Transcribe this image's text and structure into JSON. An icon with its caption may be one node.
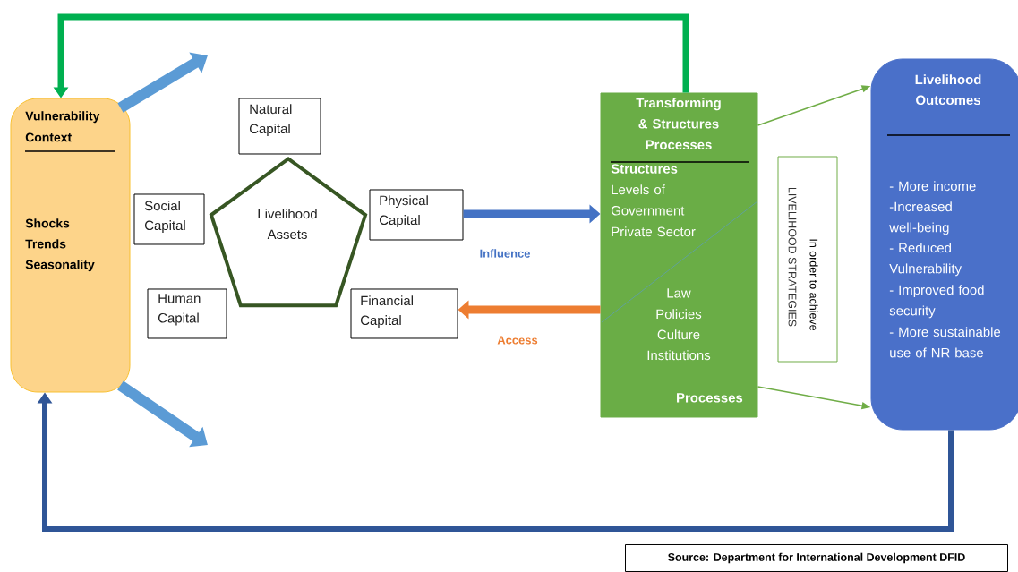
{
  "diagram": {
    "caption": "Source: Department for International Development DFID",
    "nodes": [
      {
        "text": [
          "Vulnerability Context",
          "Shocks",
          "Trends",
          "Seasonality"
        ]
      },
      {
        "text": [
          "Natural Capital"
        ]
      },
      {
        "text": [
          "Social Capital"
        ]
      },
      {
        "text": [
          "Livelihood Assets"
        ]
      },
      {
        "text": [
          "Physical Capital"
        ]
      },
      {
        "text": [
          "Human Capital"
        ]
      },
      {
        "text": [
          "Financial Capital"
        ]
      },
      {
        "text": [
          "Transforming & Structures Processes",
          "Structures",
          "Levels of Government",
          "Private Sector",
          "Law",
          "Policies",
          "Culture",
          "Institutions",
          "Processes"
        ]
      },
      {
        "text": [
          "In order to achieve",
          "LIVELIHOOD STRATEGIES"
        ]
      },
      {
        "text": [
          "Livelihood Outcomes",
          "- More income",
          "-Increased well-being",
          "- Reduced Vulnerability",
          "- Improved food security",
          "- More sustainable use of NR base"
        ]
      }
    ],
    "edges": [
      {
        "from": 7,
        "to": 0,
        "arrow": "to",
        "color": "#00b050"
      },
      {
        "from": 4,
        "to": 7,
        "arrow": "to",
        "label": "Influence",
        "color": "#4472c4"
      },
      {
        "from": 7,
        "to": 6,
        "arrow": "to",
        "label": "Access",
        "color": "#ed7d31"
      },
      {
        "from": 0,
        "to": null,
        "arrow": "to",
        "color": "#5b9bd5"
      },
      {
        "from": 0,
        "to": null,
        "arrow": "to",
        "color": "#5b9bd5"
      },
      {
        "from": 7,
        "to": 9,
        "arrow": "to",
        "color": "#70ad47"
      },
      {
        "from": 7,
        "to": 9,
        "arrow": "to",
        "color": "#70ad47"
      },
      {
        "from": 9,
        "to": 0,
        "arrow": "to",
        "color": "#2f5597"
      }
    ]
  }
}
